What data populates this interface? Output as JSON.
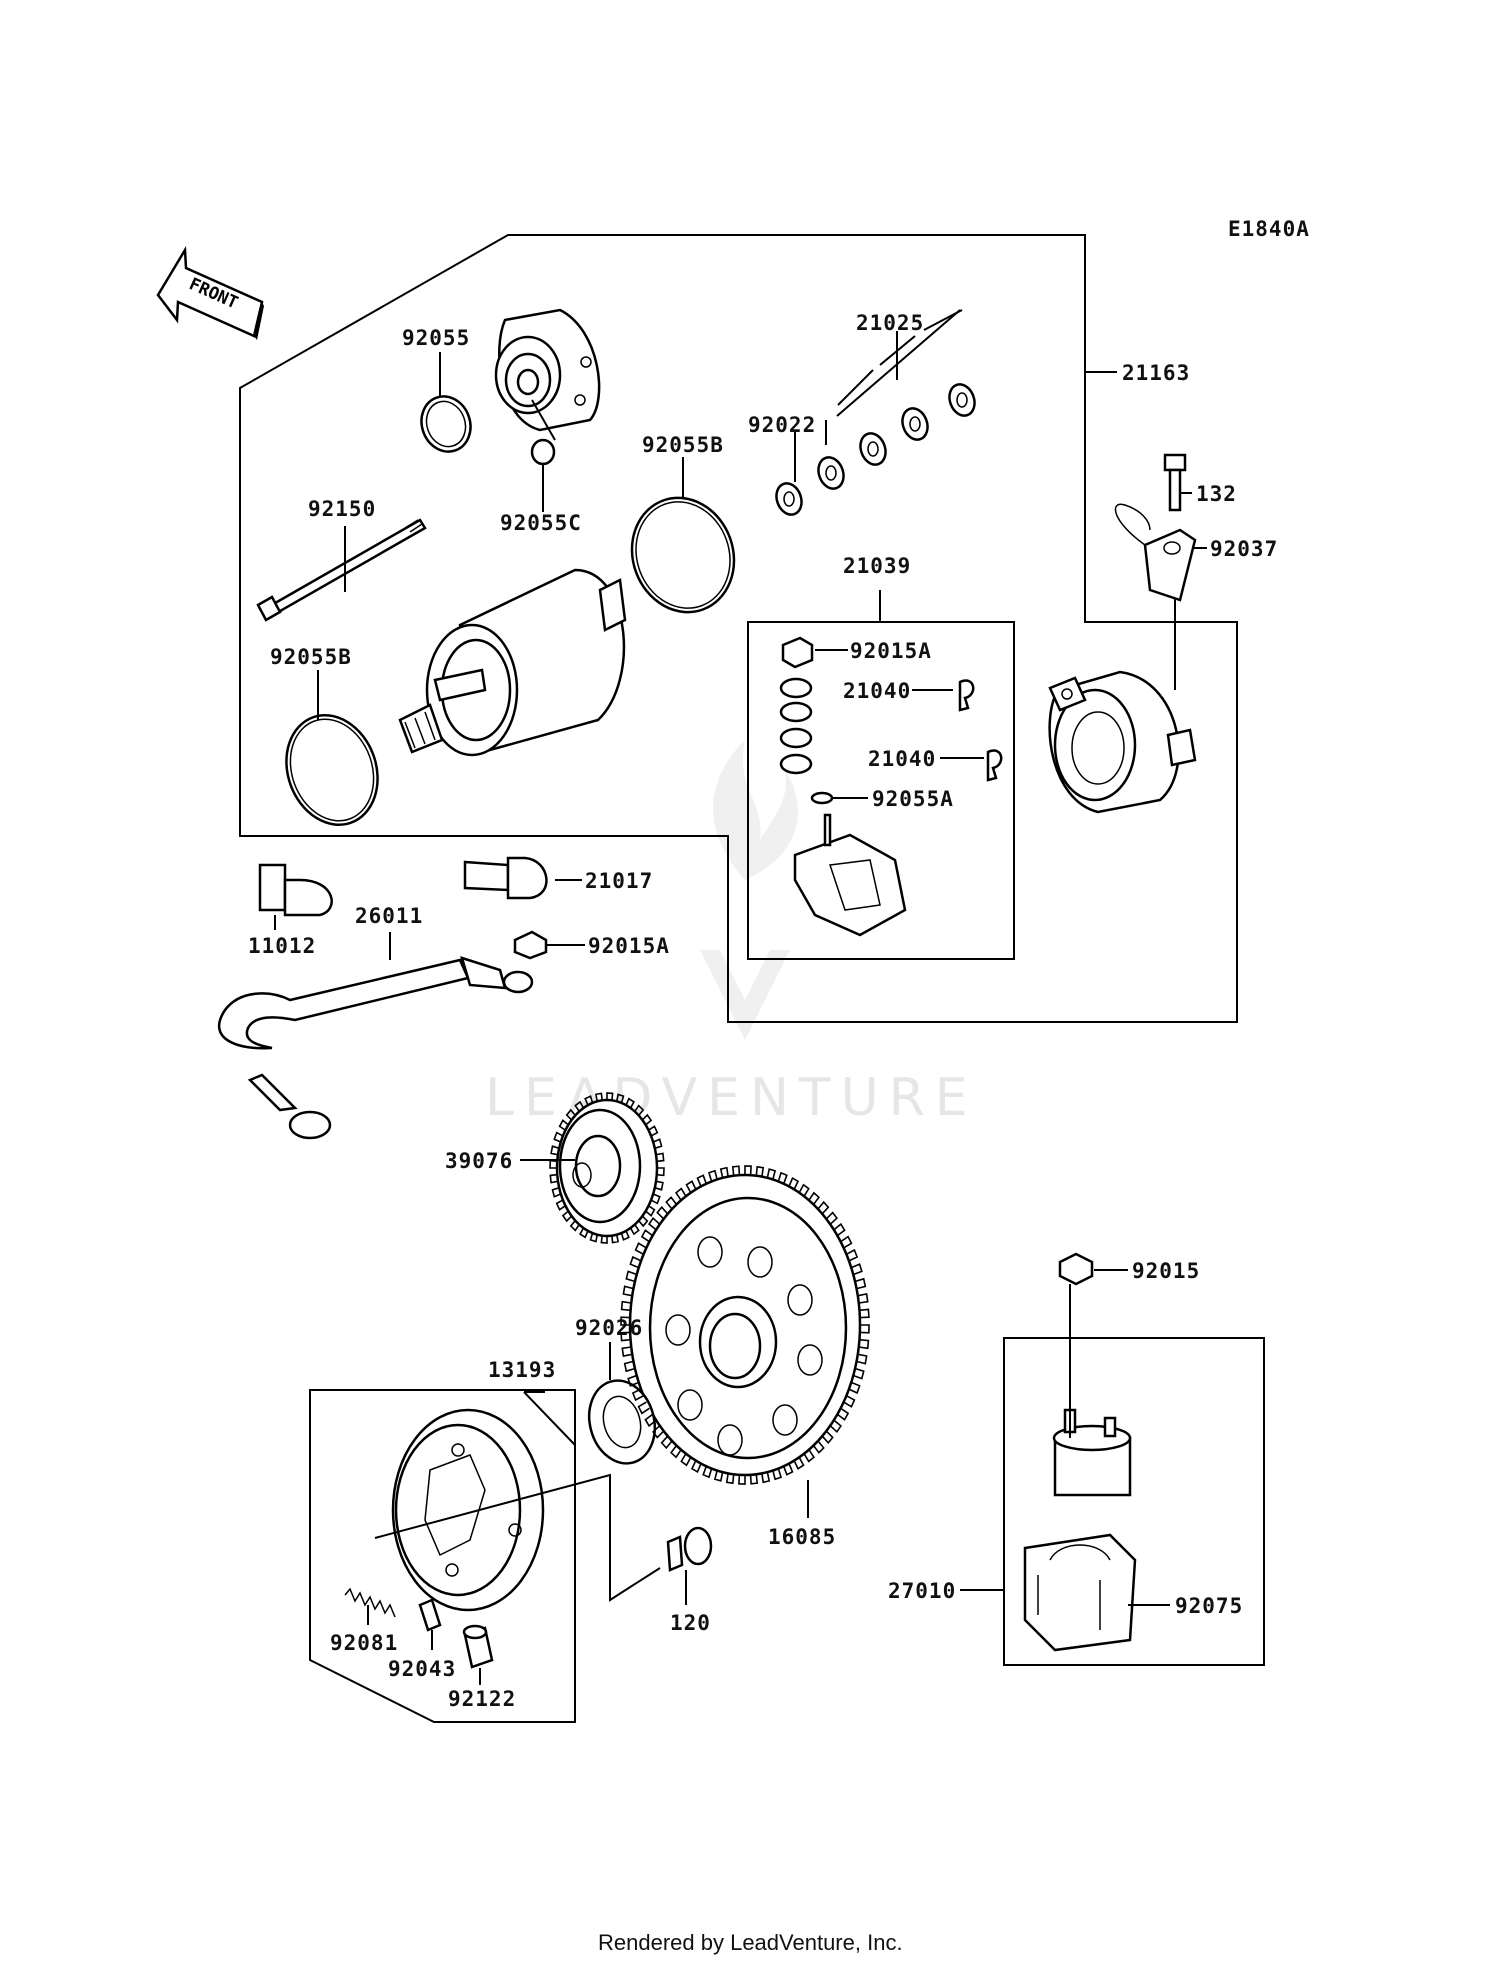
{
  "diagram": {
    "code": "E1840A",
    "front_label": "FRONT",
    "watermark": "LEADVENTURE",
    "footer": "Rendered by LeadVenture, Inc.",
    "labels": {
      "l92055": "92055",
      "l92055C": "92055C",
      "l21025": "21025",
      "l21163": "21163",
      "l92022": "92022",
      "l92055B_top": "92055B",
      "l132": "132",
      "l92037": "92037",
      "l92150": "92150",
      "l21039": "21039",
      "l92015A_top": "92015A",
      "l21040_a": "21040",
      "l21040_b": "21040",
      "l92055A": "92055A",
      "l92055B_left": "92055B",
      "l21017": "21017",
      "l11012": "11012",
      "l26011": "26011",
      "l92015A_bot": "92015A",
      "l39076": "39076",
      "l92015": "92015",
      "l92026": "92026",
      "l13193": "13193",
      "l16085": "16085",
      "l120": "120",
      "l27010": "27010",
      "l92075": "92075",
      "l92081": "92081",
      "l92043": "92043",
      "l92122": "92122"
    }
  }
}
